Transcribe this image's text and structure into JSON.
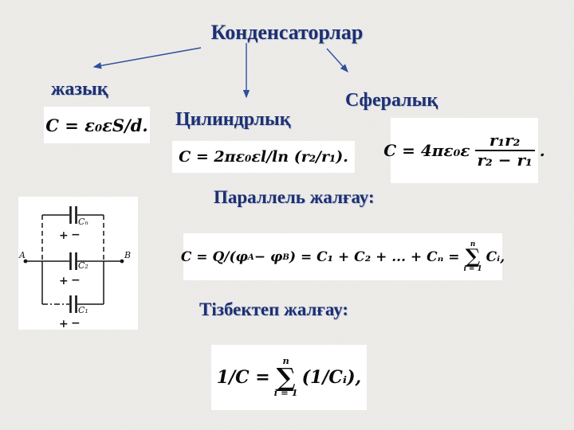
{
  "slide": {
    "title": "Конденсаторлар",
    "background_color": "#ecebe8",
    "label_color": "#1d3070",
    "arrow_color": "#2e4f9c",
    "formula_box_color": "#ffffff"
  },
  "labels": {
    "flat": "жазық",
    "cylindrical": "Цилиндрлық",
    "spherical": "Сфералық",
    "parallel": "Параллель жалғау:",
    "series": "Тізбектеп жалғау:"
  },
  "formulas": {
    "flat": "C = ε₀εS/d.",
    "cylindrical": "C = 2πε₀εl/ln (r₂/r₁).",
    "spherical": {
      "prefix": "C = 4πε₀ε",
      "numerator": "r₁r₂",
      "denominator": "r₂ − r₁",
      "suffix": "."
    },
    "parallel": {
      "p1": "C = Q/(φ",
      "sub_a": "A",
      "p2": " − φ",
      "sub_b": "B",
      "p3": ") = C₁ + C₂ + ... + Cₙ = ",
      "sum_top": "n",
      "sum_symbol": "∑",
      "sum_bottom": "i = 1",
      "p4": "Cᵢ,"
    },
    "series": {
      "p1": "1/C = ",
      "sum_top": "n",
      "sum_symbol": "∑",
      "sum_bottom": "i = 1",
      "p2": "(1/Cᵢ),"
    }
  },
  "circuit": {
    "node_left": "A",
    "node_right": "B",
    "cap_top": "Cₙ",
    "cap_middle": "C₂",
    "cap_bottom": "C₁",
    "plus": "+",
    "minus": "−"
  }
}
